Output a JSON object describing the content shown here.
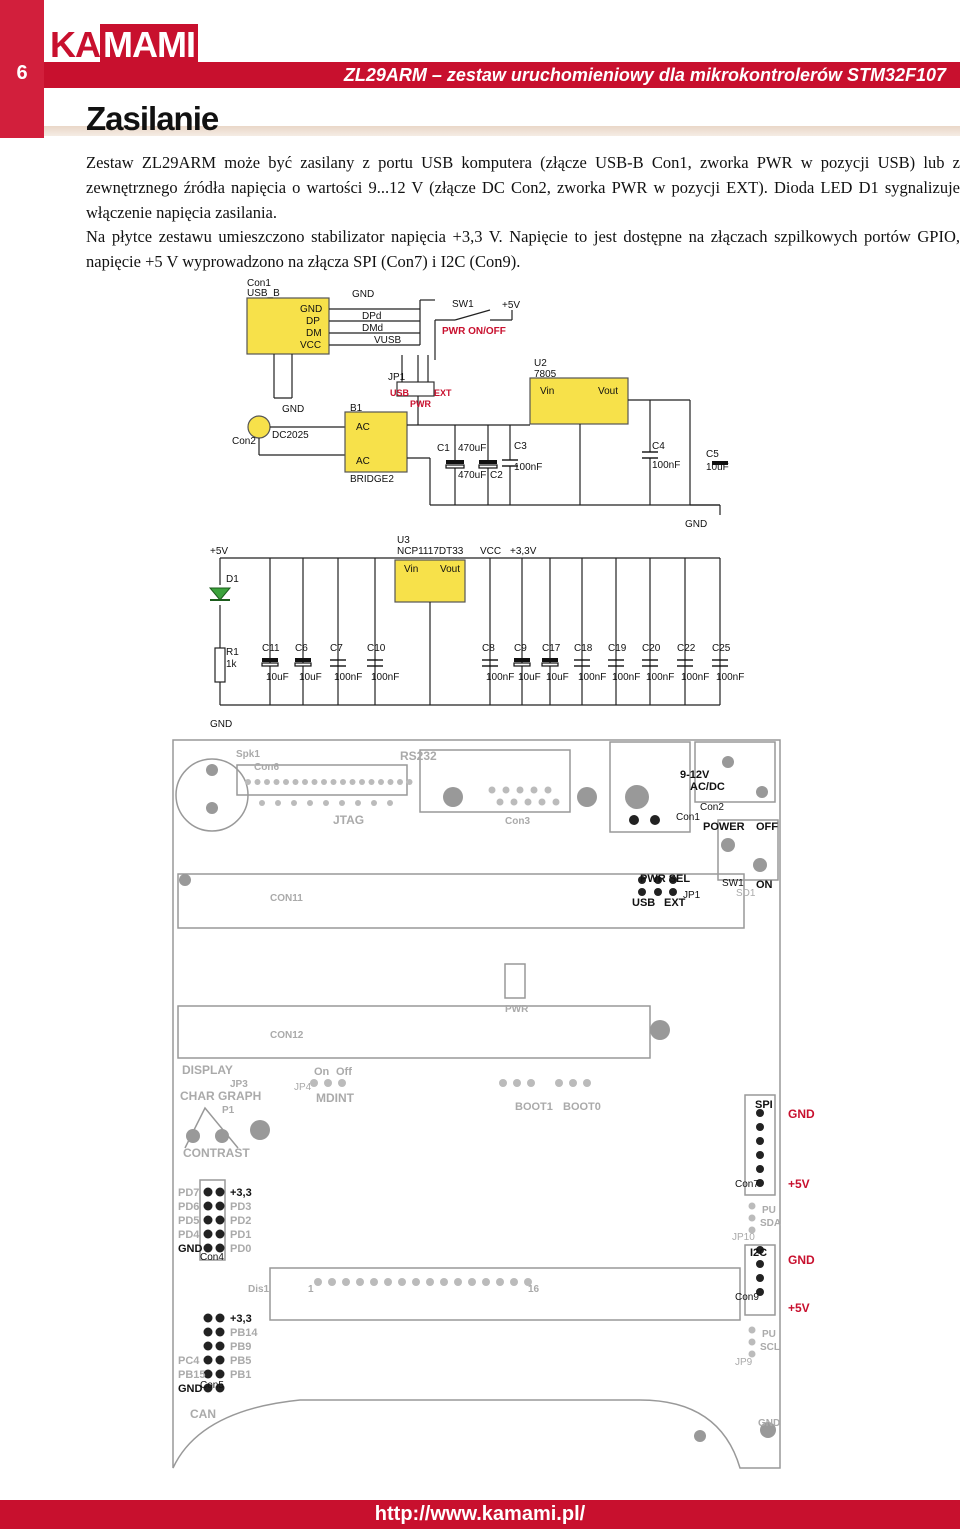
{
  "header": {
    "page_number": "6",
    "logo_left": "KA",
    "logo_right": "MAMI",
    "title": "ZL29ARM – zestaw uruchomieniowy dla mikrokontrolerów STM32F107"
  },
  "section_title": "Zasilanie",
  "paragraphs": [
    "Zestaw ZL29ARM może być zasilany z portu USB komputera (złącze USB-B Con1, zworka PWR w pozycji USB) lub z zewnętrznego źródła napięcia o wartości 9...12 V (złącze DC Con2, zworka PWR w pozycji EXT). Dioda LED D1 sygnalizuje włączenie napięcia zasilania.",
    "Na płytce zestawu umieszczono stabilizator napięcia +3,3 V. Napięcie to jest dostępne na złączach szpilkowych portów GPIO, napięcie +5 V wyprowadzono na złącza SPI (Con7) i I2C (Con9)."
  ],
  "schematic": {
    "con1": "Con1",
    "usb_b": "USB_B",
    "gnd": "GND",
    "dp": "DP",
    "dm": "DM",
    "vcc": "VCC",
    "dpd": "DPd",
    "dmd": "DMd",
    "vusb": "VUSB",
    "sw1": "SW1",
    "plus5v": "+5V",
    "pwr_onoff": "PWR ON/OFF",
    "jp1": "JP1",
    "usb": "USB",
    "ext": "EXT",
    "pwr": "PWR",
    "u2": "U2",
    "u2_part": "7805",
    "vin": "Vin",
    "vout": "Vout",
    "b1": "B1",
    "ac": "AC",
    "bridge": "BRIDGE2",
    "con2": "Con2",
    "dc2025": "DC2025",
    "c1": "C1",
    "c1_val": "470uF",
    "c2": "C2",
    "c2_val": "470uF",
    "c3": "C3",
    "c3_val": "100nF",
    "c4": "C4",
    "c4_val": "100nF",
    "c5": "C5",
    "c5_val": "10uF",
    "u3": "U3",
    "u3_part": "NCP1117DT33",
    "vcc_label": "VCC",
    "plus33v": "+3,3V",
    "d1": "D1",
    "r1": "R1",
    "r1_val": "1k",
    "caps_bottom": [
      {
        "name": "C11",
        "val": "10uF"
      },
      {
        "name": "C6",
        "val": "10uF"
      },
      {
        "name": "C7",
        "val": "100nF"
      },
      {
        "name": "C10",
        "val": "100nF"
      },
      {
        "name": "C8",
        "val": "100nF"
      },
      {
        "name": "C9",
        "val": "10uF"
      },
      {
        "name": "C17",
        "val": "10uF"
      },
      {
        "name": "C18",
        "val": "100nF"
      },
      {
        "name": "C19",
        "val": "100nF"
      },
      {
        "name": "C20",
        "val": "100nF"
      },
      {
        "name": "C22",
        "val": "100nF"
      },
      {
        "name": "C25",
        "val": "100nF"
      }
    ]
  },
  "pcb": {
    "spk1": "Spk1",
    "con6": "Con6",
    "rs232": "RS232",
    "jtag": "JTAG",
    "con3": "Con3",
    "con1": "Con1",
    "v912": "9-12V",
    "acdc": "AC/DC",
    "con2": "Con2",
    "power": "POWER",
    "off": "OFF",
    "on": "ON",
    "sw1": "SW1",
    "pwr_sel": "PWR SEL",
    "usb": "USB",
    "ext": "EXT",
    "jp1": "JP1",
    "sd1": "SD1",
    "con11": "CON11",
    "con12": "CON12",
    "pwr": "PWR",
    "display": "DISPLAY",
    "char_graph": "CHAR GRAPH",
    "contrast": "CONTRAST",
    "jp3": "JP3",
    "p1": "P1",
    "on_s": "On",
    "off_s": "Off",
    "mdint": "MDINT",
    "jp4": "JP4",
    "boot1": "BOOT1",
    "boot0": "BOOT0",
    "spi": "SPI",
    "con7": "Con7",
    "pu": "PU",
    "sda": "SDA",
    "scl": "SCL",
    "i2c": "I2C",
    "con9": "Con9",
    "jp10": "JP10",
    "jp9": "JP9",
    "con4_pins_left": [
      "PD7",
      "PD6",
      "PD5",
      "PD4",
      "GND"
    ],
    "con4_pins_right": [
      "+3,3",
      "PD3",
      "PD2",
      "PD1",
      "PD0"
    ],
    "con4": "Con4",
    "con5_pins_left": [
      "",
      "",
      "",
      "PC4",
      "PB15",
      "GND"
    ],
    "con5_pins_right": [
      "+3,3",
      "PB14",
      "PB9",
      "PB5",
      "PB1",
      ""
    ],
    "con5": "Con5",
    "dis1": "Dis1",
    "pin1": "1",
    "pin16": "16",
    "can": "CAN",
    "gnd": "GND",
    "red_gnd1": "GND",
    "red_5v1": "+5V",
    "red_gnd2": "GND",
    "red_5v2": "+5V"
  },
  "footer": {
    "url": "http://www.kamami.pl/"
  }
}
